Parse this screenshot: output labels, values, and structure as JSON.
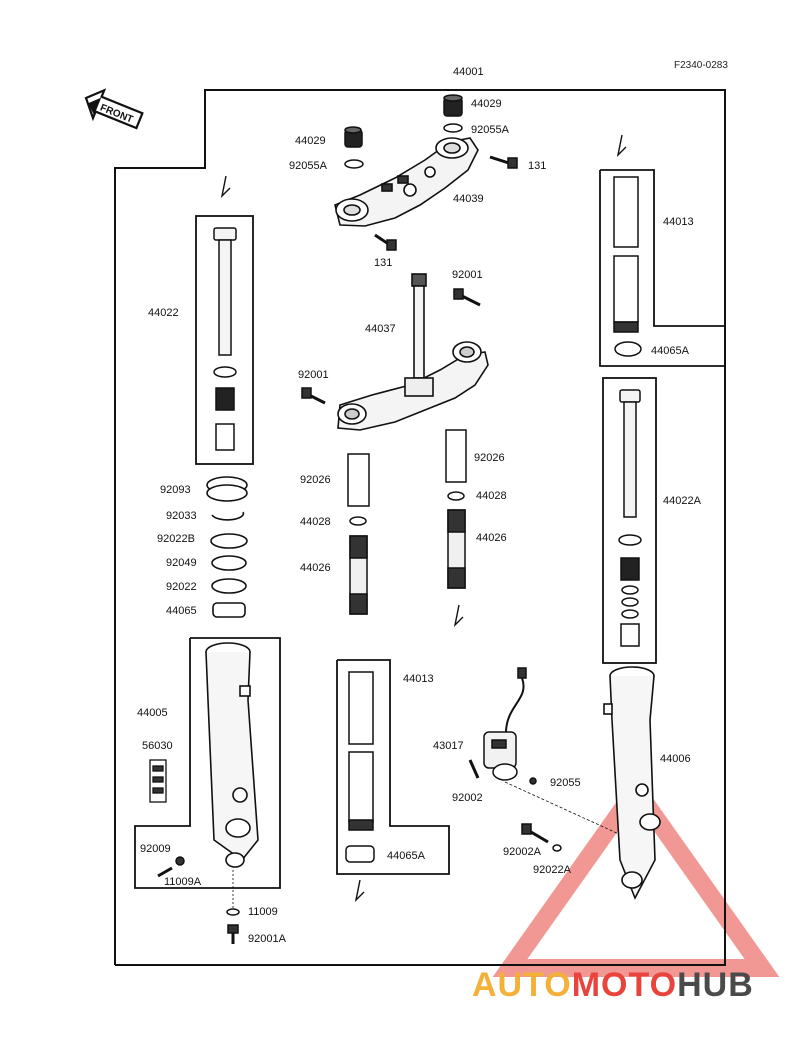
{
  "diagram_code": "F2340-0283",
  "front_arrow_label": "FRONT",
  "parts": [
    {
      "id": "44001",
      "label": "44001"
    },
    {
      "id": "44029_top",
      "label": "44029"
    },
    {
      "id": "92055A_top",
      "label": "92055A"
    },
    {
      "id": "44029_left",
      "label": "44029"
    },
    {
      "id": "92055A_left",
      "label": "92055A"
    },
    {
      "id": "131_right",
      "label": "131"
    },
    {
      "id": "44039",
      "label": "44039"
    },
    {
      "id": "131_lower",
      "label": "131"
    },
    {
      "id": "44022",
      "label": "44022"
    },
    {
      "id": "92001_top",
      "label": "92001"
    },
    {
      "id": "44037",
      "label": "44037"
    },
    {
      "id": "92001_left",
      "label": "92001"
    },
    {
      "id": "44013_right",
      "label": "44013"
    },
    {
      "id": "44065A_right",
      "label": "44065A"
    },
    {
      "id": "44022A",
      "label": "44022A"
    },
    {
      "id": "92093",
      "label": "92093"
    },
    {
      "id": "92033",
      "label": "92033"
    },
    {
      "id": "92022B",
      "label": "92022B"
    },
    {
      "id": "92049",
      "label": "92049"
    },
    {
      "id": "92022",
      "label": "92022"
    },
    {
      "id": "44065",
      "label": "44065"
    },
    {
      "id": "92026_left",
      "label": "92026"
    },
    {
      "id": "44028_left",
      "label": "44028"
    },
    {
      "id": "44026_left",
      "label": "44026"
    },
    {
      "id": "92026_right",
      "label": "92026"
    },
    {
      "id": "44028_right",
      "label": "44028"
    },
    {
      "id": "44026_right",
      "label": "44026"
    },
    {
      "id": "44005",
      "label": "44005"
    },
    {
      "id": "56030",
      "label": "56030"
    },
    {
      "id": "92009",
      "label": "92009"
    },
    {
      "id": "11009A",
      "label": "11009A"
    },
    {
      "id": "11009",
      "label": "11009"
    },
    {
      "id": "92001A",
      "label": "92001A"
    },
    {
      "id": "44013_mid",
      "label": "44013"
    },
    {
      "id": "44065A_mid",
      "label": "44065A"
    },
    {
      "id": "43017",
      "label": "43017"
    },
    {
      "id": "92002",
      "label": "92002"
    },
    {
      "id": "92055",
      "label": "92055"
    },
    {
      "id": "44006",
      "label": "44006"
    },
    {
      "id": "92002A",
      "label": "92002A"
    },
    {
      "id": "92022A",
      "label": "92022A"
    }
  ],
  "watermark": {
    "part1": "AUTO",
    "part2": "MOTO",
    "part3": "HUB",
    "color1": "#f3b13a",
    "color2": "#e8433c",
    "color3": "#4a4a4a",
    "triangle_color": "#e8433c"
  }
}
